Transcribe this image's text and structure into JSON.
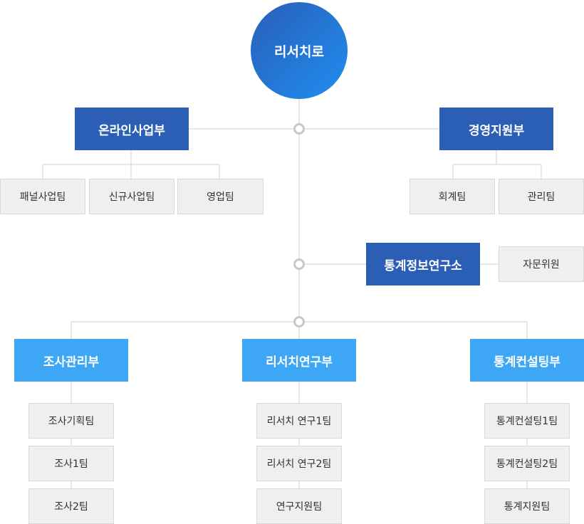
{
  "root": {
    "label": "리서치로"
  },
  "online": {
    "label": "온라인사업부",
    "teams": [
      "패널사업팀",
      "신규사업팀",
      "영업팀"
    ]
  },
  "management": {
    "label": "경영지원부",
    "teams": [
      "회계팀",
      "관리팀"
    ]
  },
  "institute": {
    "label": "통계정보연구소",
    "advisor": "자문위원"
  },
  "survey": {
    "label": "조사관리부",
    "teams": [
      "조사기획팀",
      "조사1팀",
      "조사2팀"
    ]
  },
  "research": {
    "label": "리서치연구부",
    "teams": [
      "리서치 연구1팀",
      "리서치 연구2팀",
      "연구지원팀"
    ]
  },
  "consulting": {
    "label": "통계컨설팅부",
    "teams": [
      "통계컨설팅1팀",
      "통계컨설팅2팀",
      "통계지원팀"
    ]
  }
}
